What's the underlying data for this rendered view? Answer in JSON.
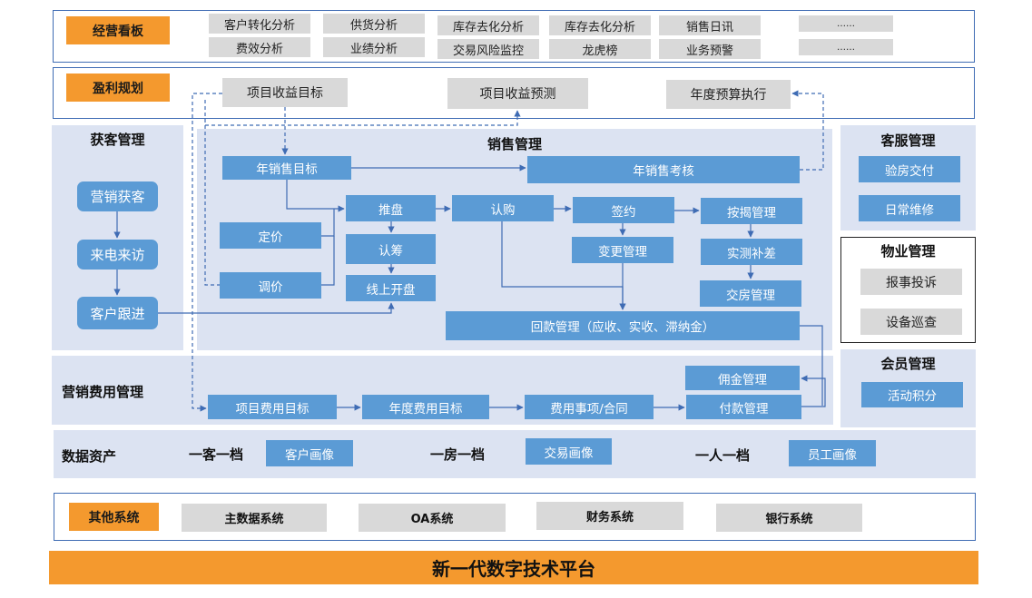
{
  "dashboard": {
    "title": "经营看板",
    "items": [
      "客户转化分析",
      "费效分析",
      "供货分析",
      "业绩分析",
      "库存去化分析",
      "交易风险监控",
      "库存去化分析",
      "龙虎榜",
      "销售日讯",
      "业务预警",
      "……",
      "……"
    ]
  },
  "profit": {
    "title": "盈利规划",
    "target": "项目收益目标",
    "forecast": "项目收益预测",
    "budget": "年度预算执行"
  },
  "acquire": {
    "title": "获客管理",
    "items": [
      "营销获客",
      "来电来访",
      "客户跟进"
    ]
  },
  "sales": {
    "title": "销售管理",
    "annual_target": "年销售目标",
    "annual_review": "年销售考核",
    "pricing": "定价",
    "price_adjust": "调价",
    "push": "推盘",
    "raise": "认筹",
    "online_open": "线上开盘",
    "subscribe": "认购",
    "sign": "签约",
    "change": "变更管理",
    "mortgage": "按揭管理",
    "measure": "实测补差",
    "delivery": "交房管理",
    "payment": "回款管理（应收、实收、滞纳金）"
  },
  "service": {
    "title": "客服管理",
    "items": [
      "验房交付",
      "日常维修"
    ]
  },
  "property": {
    "title": "物业管理",
    "items": [
      "报事投诉",
      "设备巡查"
    ]
  },
  "member": {
    "title": "会员管理",
    "items": [
      "活动积分"
    ]
  },
  "marketing_cost": {
    "title": "营销费用管理",
    "project_cost": "项目费用目标",
    "annual_cost": "年度费用目标",
    "contract": "费用事项/合同",
    "commission": "佣金管理",
    "pay": "付款管理"
  },
  "data_assets": {
    "title": "数据资产",
    "groups": [
      {
        "label": "一客一档",
        "tag": "客户画像"
      },
      {
        "label": "一房一档",
        "tag": "交易画像"
      },
      {
        "label": "一人一档",
        "tag": "员工画像"
      }
    ]
  },
  "other": {
    "title": "其他系统",
    "items": [
      "主数据系统",
      "OA系统",
      "财务系统",
      "银行系统"
    ]
  },
  "footer": "新一代数字技术平台",
  "colors": {
    "orange": "#f4992e",
    "blue": "#5b9bd5",
    "panel": "#dce3f2",
    "outline": "#3f6cb4",
    "grey": "#d9d9d9"
  }
}
